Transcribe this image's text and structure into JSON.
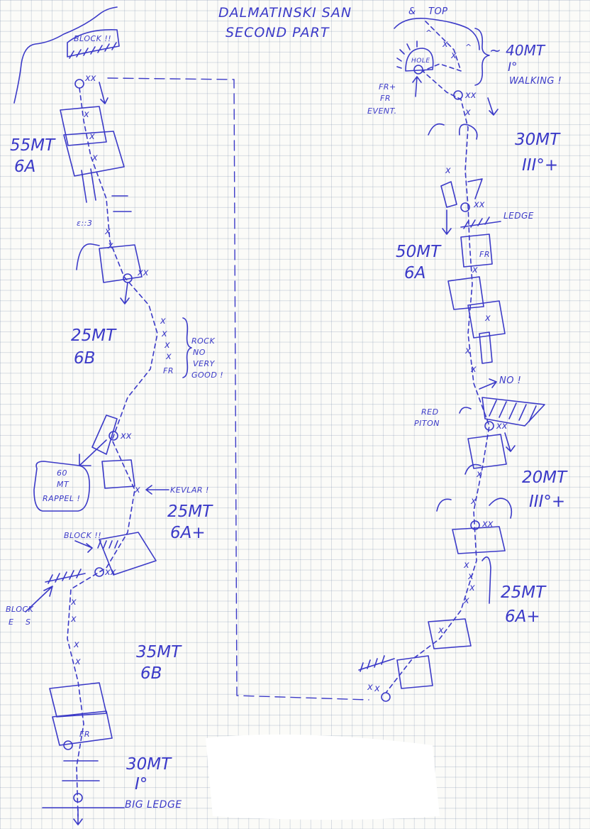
{
  "title": {
    "line1": "DALMATINSKI SAN",
    "line2": "SECOND PART"
  },
  "top_label": "TOP",
  "top_pitch": {
    "length": "~ 40MT",
    "grade": "I°",
    "note": "WALKING !"
  },
  "hole_label": "HOLE",
  "fr_event": [
    "FR+",
    "FR",
    "EVENT."
  ],
  "left_pitches": [
    {
      "length": "55MT",
      "grade": "6A"
    },
    {
      "length": "25MT",
      "grade": "6B"
    },
    {
      "length": "25MT",
      "grade": "6A+"
    },
    {
      "length": "35MT",
      "grade": "6B"
    },
    {
      "length": "30MT",
      "grade": "I°"
    }
  ],
  "right_pitches": [
    {
      "length": "30MT",
      "grade": "III°+"
    },
    {
      "length": "50MT",
      "grade": "6A"
    },
    {
      "length": "20MT",
      "grade": "III°+"
    },
    {
      "length": "25MT",
      "grade": "6A+"
    }
  ],
  "annotations": {
    "block_top": "BLOCK !!",
    "rock_quality": [
      "ROCK",
      "NO",
      "VERY",
      "GOOD !"
    ],
    "fr": "FR",
    "rappel": [
      "60",
      "MT",
      "RAPPEL !"
    ],
    "kevlar": "KEVLAR !",
    "block_mid": "BLOCK !!",
    "block_side": [
      "BLOCK",
      "E",
      "S"
    ],
    "big_ledge": "BIG LEDGE",
    "ledge": "LEDGE",
    "no": "NO !",
    "red_piton": [
      "RED",
      "PITON"
    ]
  }
}
